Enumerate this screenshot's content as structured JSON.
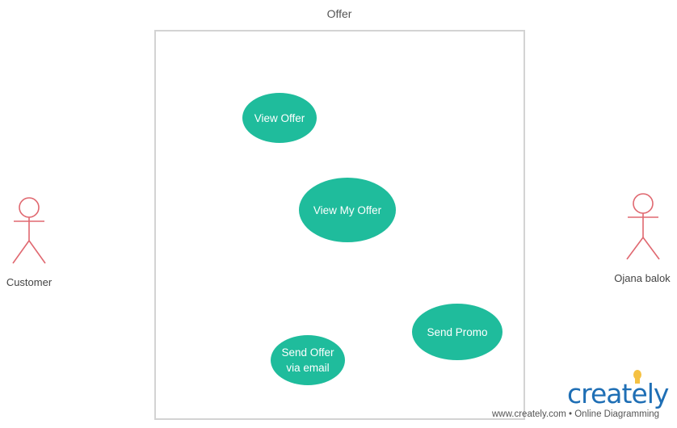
{
  "system": {
    "title": "Offer"
  },
  "actors": [
    {
      "id": "customer",
      "label": "Customer"
    },
    {
      "id": "ojana",
      "label": "Ojana balok"
    }
  ],
  "use_cases": [
    {
      "id": "view-offer",
      "label": "View Offer"
    },
    {
      "id": "view-my-offer",
      "label": "View My Offer"
    },
    {
      "id": "send-promo",
      "label": "Send Promo"
    },
    {
      "id": "send-offer-email",
      "label": "Send Offer\nvia email"
    }
  ],
  "branding": {
    "wordmark": "creately",
    "tagline": "www.creately.com • Online Diagramming"
  },
  "colors": {
    "use_case_fill": "#1fbc9c",
    "actor_stroke": "#e06870",
    "boundary_stroke": "#d3d3d3",
    "logo_blue": "#1f6fb5",
    "logo_bulb": "#f5c142"
  }
}
